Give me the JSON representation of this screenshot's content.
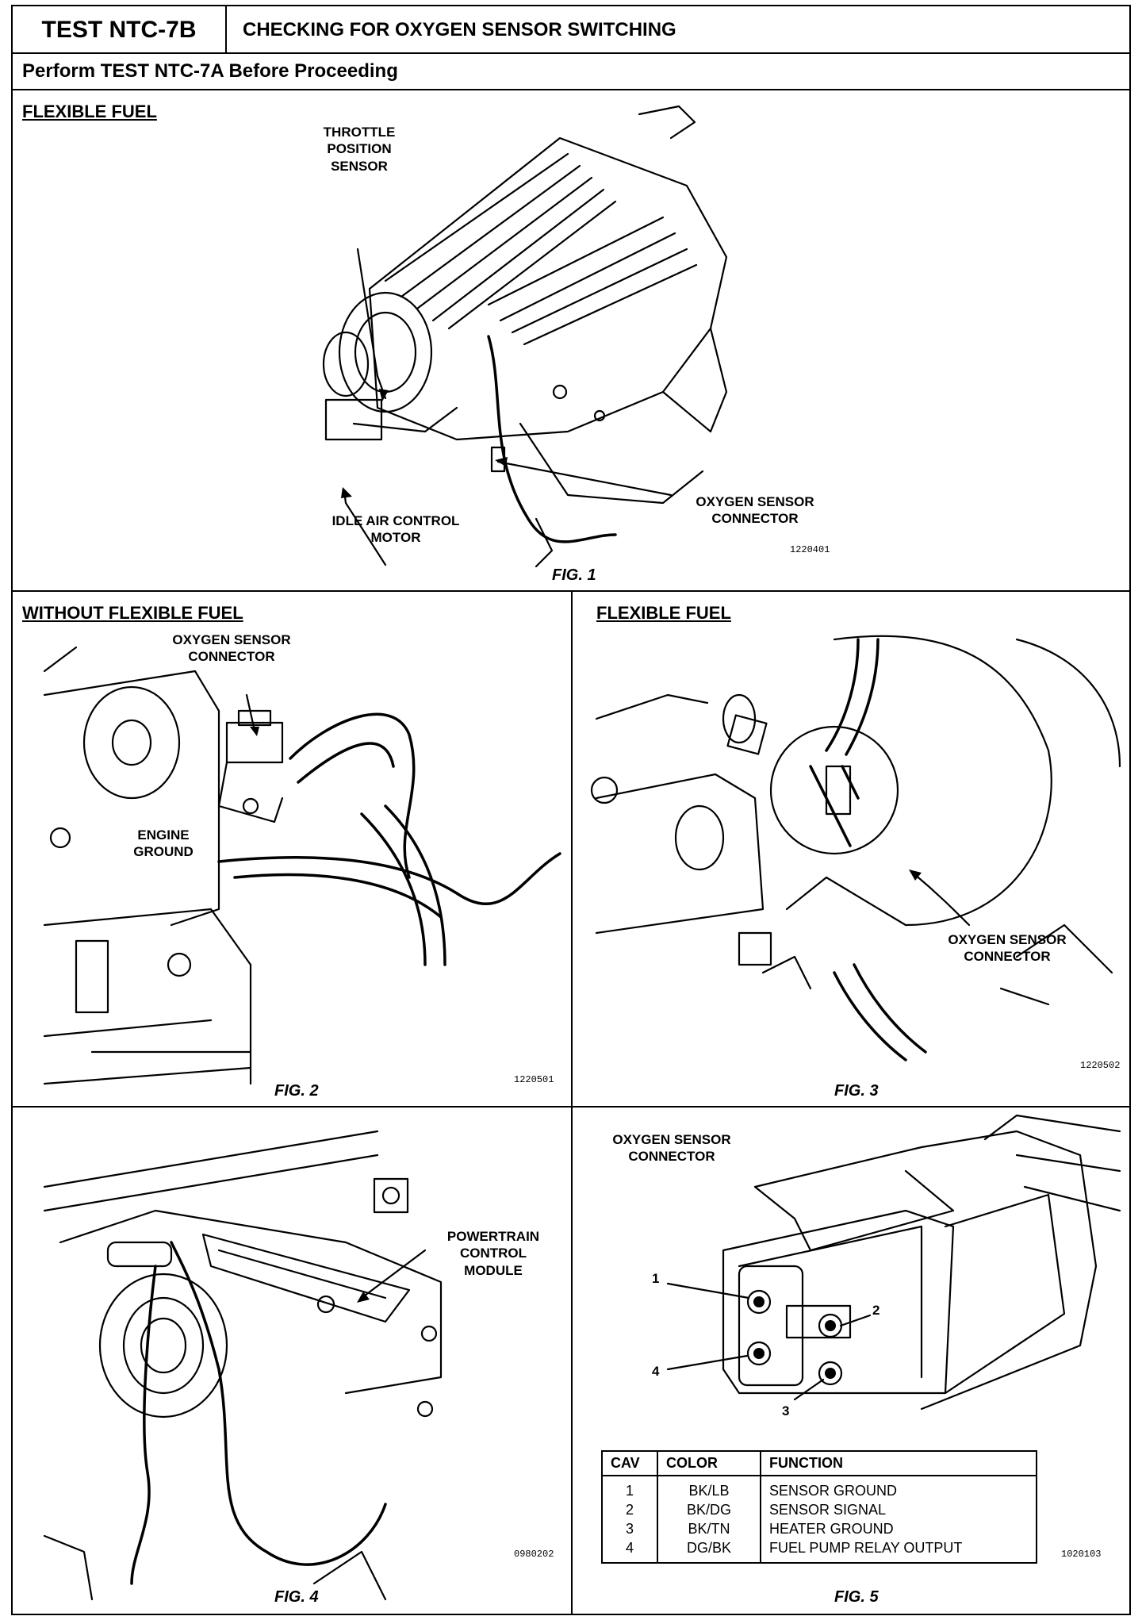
{
  "header": {
    "test_id": "TEST NTC-7B",
    "title": "CHECKING FOR OXYGEN SENSOR SWITCHING",
    "prerequisite": "Perform TEST NTC-7A Before Proceeding"
  },
  "fig1": {
    "section_title": "FLEXIBLE FUEL",
    "labels": {
      "tps": "THROTTLE POSITION SENSOR",
      "iac": "IDLE AIR CONTROL MOTOR",
      "o2": "OXYGEN SENSOR CONNECTOR"
    },
    "code": "1220401",
    "caption": "FIG. 1"
  },
  "fig2": {
    "section_title": "WITHOUT FLEXIBLE FUEL",
    "labels": {
      "o2": "OXYGEN SENSOR CONNECTOR",
      "ground": "ENGINE GROUND"
    },
    "code": "1220501",
    "caption": "FIG. 2"
  },
  "fig3": {
    "section_title": "FLEXIBLE FUEL",
    "labels": {
      "o2": "OXYGEN SENSOR CONNECTOR"
    },
    "code": "1220502",
    "caption": "FIG. 3"
  },
  "fig4": {
    "labels": {
      "pcm": "POWERTRAIN CONTROL MODULE"
    },
    "code": "0980202",
    "caption": "FIG. 4"
  },
  "fig5": {
    "title": "OXYGEN SENSOR CONNECTOR",
    "pins": [
      "1",
      "2",
      "3",
      "4"
    ],
    "table": {
      "headers": [
        "CAV",
        "COLOR",
        "FUNCTION"
      ],
      "rows": [
        {
          "cav": "1",
          "color": "BK/LB",
          "function": "SENSOR GROUND"
        },
        {
          "cav": "2",
          "color": "BK/DG",
          "function": "SENSOR SIGNAL"
        },
        {
          "cav": "3",
          "color": "BK/TN",
          "function": "HEATER GROUND"
        },
        {
          "cav": "4",
          "color": "DG/BK",
          "function": "FUEL PUMP RELAY OUTPUT"
        }
      ]
    },
    "code": "1020103",
    "caption": "FIG. 5"
  }
}
